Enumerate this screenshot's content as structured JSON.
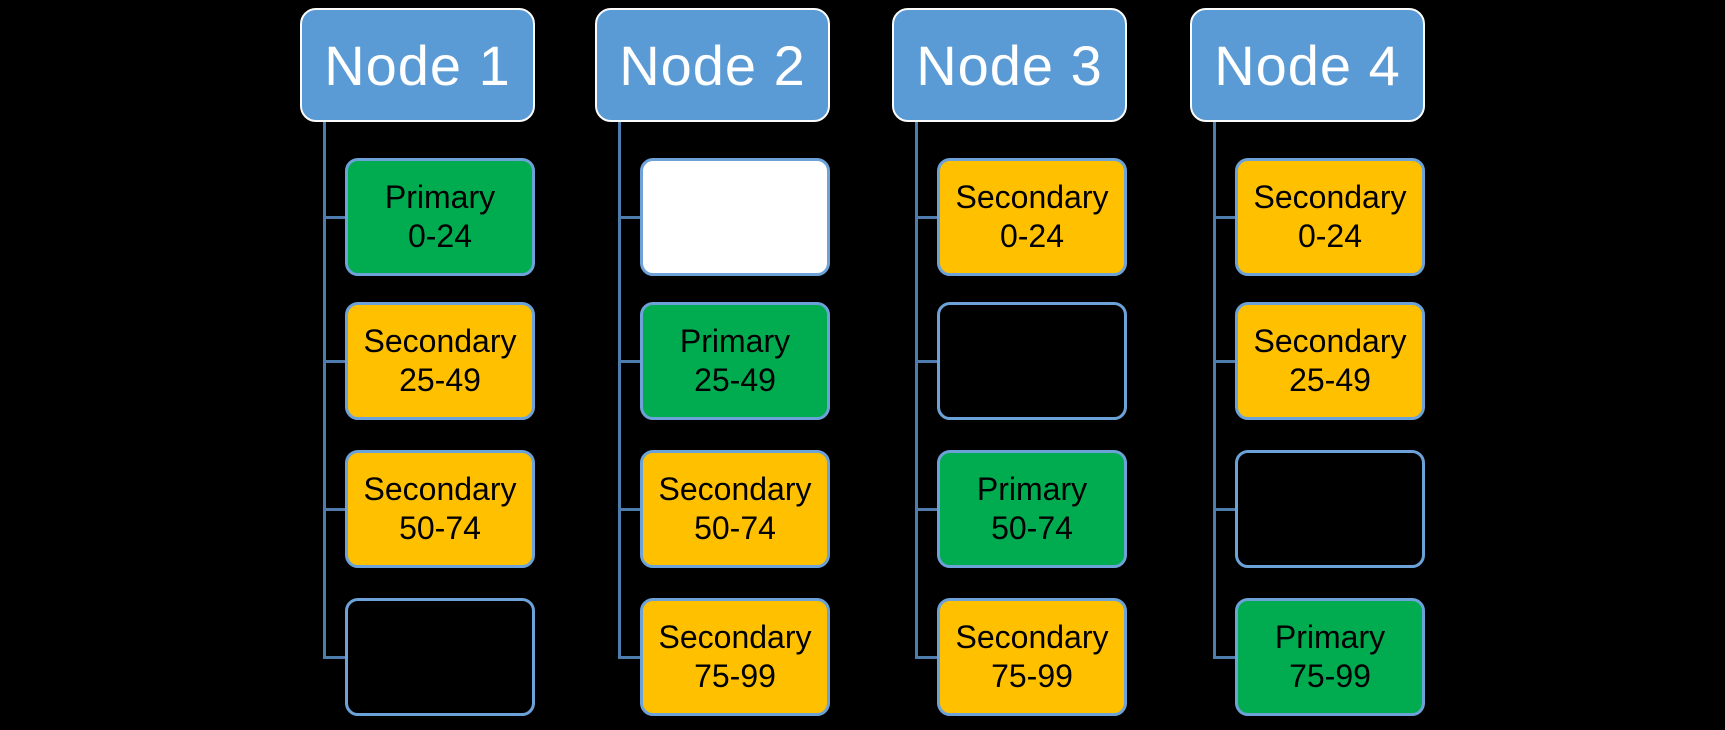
{
  "diagram": {
    "type": "hierarchy",
    "colors": {
      "background": "#000000",
      "header_fill": "#5B9BD5",
      "header_border": "#FBFBFB",
      "header_text": "#FFFFFF",
      "primary_fill": "#00AC4F",
      "secondary_fill": "#FFC000",
      "empty_white_fill": "#FFFFFF",
      "child_border": "#6CA2D8",
      "child_text": "#000000",
      "connector": "#4E7CAD"
    },
    "columns": [
      {
        "header": "Node 1",
        "children": [
          {
            "label": "Primary",
            "range": "0-24",
            "type": "primary"
          },
          {
            "label": "Secondary",
            "range": "25-49",
            "type": "secondary"
          },
          {
            "label": "Secondary",
            "range": "50-74",
            "type": "secondary"
          },
          {
            "label": "",
            "range": "",
            "type": "empty"
          }
        ]
      },
      {
        "header": "Node 2",
        "children": [
          {
            "label": "",
            "range": "",
            "type": "empty-white"
          },
          {
            "label": "Primary",
            "range": "25-49",
            "type": "primary"
          },
          {
            "label": "Secondary",
            "range": "50-74",
            "type": "secondary"
          },
          {
            "label": "Secondary",
            "range": "75-99",
            "type": "secondary"
          }
        ]
      },
      {
        "header": "Node 3",
        "children": [
          {
            "label": "Secondary",
            "range": "0-24",
            "type": "secondary"
          },
          {
            "label": "",
            "range": "",
            "type": "empty"
          },
          {
            "label": "Primary",
            "range": "50-74",
            "type": "primary"
          },
          {
            "label": "Secondary",
            "range": "75-99",
            "type": "secondary"
          }
        ]
      },
      {
        "header": "Node 4",
        "children": [
          {
            "label": "Secondary",
            "range": "0-24",
            "type": "secondary"
          },
          {
            "label": "Secondary",
            "range": "25-49",
            "type": "secondary"
          },
          {
            "label": "",
            "range": "",
            "type": "empty"
          },
          {
            "label": "Primary",
            "range": "75-99",
            "type": "primary"
          }
        ]
      }
    ]
  }
}
